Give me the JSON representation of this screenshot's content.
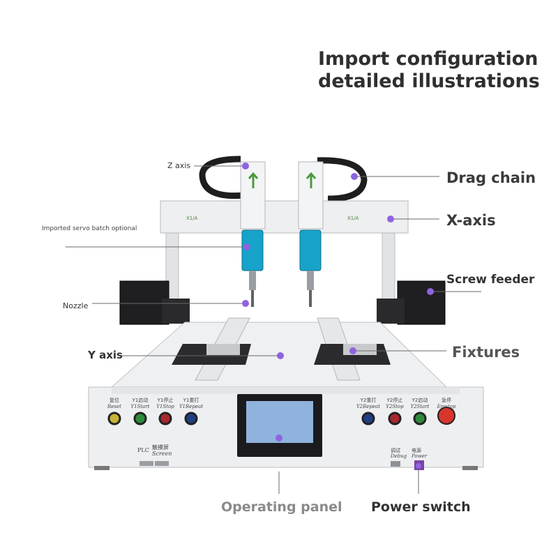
{
  "title": {
    "line1": "Import configuration",
    "line2": "detailed illustrations"
  },
  "callouts": {
    "z_axis": "Z axis",
    "drag_chain": "Drag chain",
    "x_axis": "X-axis",
    "servo": "Imported servo batch optional",
    "nozzle": "Nozzle",
    "screw_feeder": "Screw feeder",
    "y_axis": "Y axis",
    "fixtures": "Fixtures",
    "operating_panel": "Operating panel",
    "power_switch": "Power switch"
  },
  "panel_buttons": [
    {
      "cn": "复位",
      "en": "Reset",
      "color": "#c9b23a"
    },
    {
      "cn": "Y1启动",
      "en": "Y1Start",
      "color": "#2e8b3a"
    },
    {
      "cn": "Y1停止",
      "en": "Y1Stop",
      "color": "#a8262e"
    },
    {
      "cn": "Y1重打",
      "en": "Y1Repeat",
      "color": "#1f3f86"
    },
    {
      "cn": "Y2重打",
      "en": "Y2Repeat",
      "color": "#1f3f86"
    },
    {
      "cn": "Y2停止",
      "en": "Y2Stop",
      "color": "#a8262e"
    },
    {
      "cn": "Y2启动",
      "en": "Y2Start",
      "color": "#2e8b3a"
    },
    {
      "cn": "急停",
      "en": "Emstop",
      "color": "#d8352e"
    }
  ],
  "ports": {
    "plc": "PLC",
    "screen_cn": "触摸屏",
    "screen_en": "Screen",
    "debug_cn": "调试",
    "debug_en": "Debug",
    "power_cn": "电源",
    "power_en": "Power"
  },
  "carriage_label": "X1/A",
  "colors": {
    "callout_dot": "#8f63e0",
    "callout_line": "#6a6a6a",
    "machine_body": "#ecedee",
    "motor_blue": "#17a3c9",
    "screen_blue": "#8fb3dd"
  }
}
